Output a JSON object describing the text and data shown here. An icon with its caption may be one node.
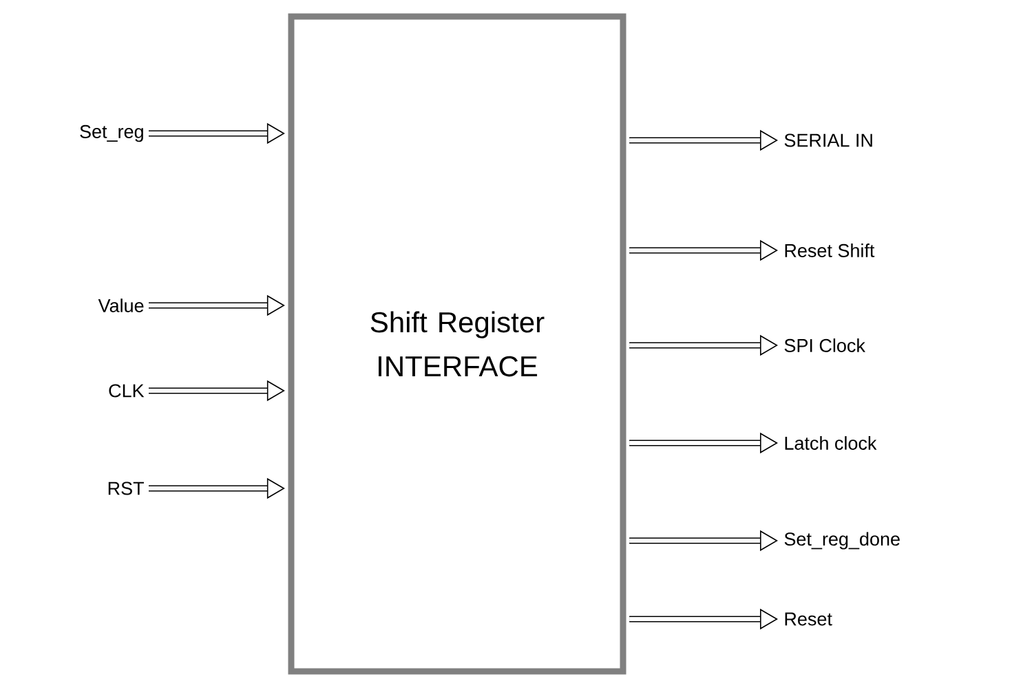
{
  "diagram": {
    "nodes": [
      {
        "text": [
          "Shift Register INTERFACE"
        ]
      },
      {
        "text": [
          "Set_reg"
        ]
      },
      {
        "text": [
          "Value"
        ]
      },
      {
        "text": [
          "CLK"
        ]
      },
      {
        "text": [
          "RST"
        ]
      },
      {
        "text": [
          "SERIAL IN"
        ]
      },
      {
        "text": [
          "Reset Shift"
        ]
      },
      {
        "text": [
          "SPI Clock"
        ]
      },
      {
        "text": [
          "Latch clock"
        ]
      },
      {
        "text": [
          "Set_reg_done"
        ]
      },
      {
        "text": [
          "Reset"
        ]
      }
    ],
    "edges": [
      {
        "from": 1,
        "to": 0,
        "arrow": "to"
      },
      {
        "from": 2,
        "to": 0,
        "arrow": "to"
      },
      {
        "from": 3,
        "to": 0,
        "arrow": "to"
      },
      {
        "from": 4,
        "to": 0,
        "arrow": "to"
      },
      {
        "from": 0,
        "to": 5,
        "arrow": "to"
      },
      {
        "from": 0,
        "to": 6,
        "arrow": "to"
      },
      {
        "from": 0,
        "to": 7,
        "arrow": "to"
      },
      {
        "from": 0,
        "to": 8,
        "arrow": "to"
      },
      {
        "from": 0,
        "to": 9,
        "arrow": "to"
      },
      {
        "from": 0,
        "to": 10,
        "arrow": "to"
      }
    ]
  }
}
